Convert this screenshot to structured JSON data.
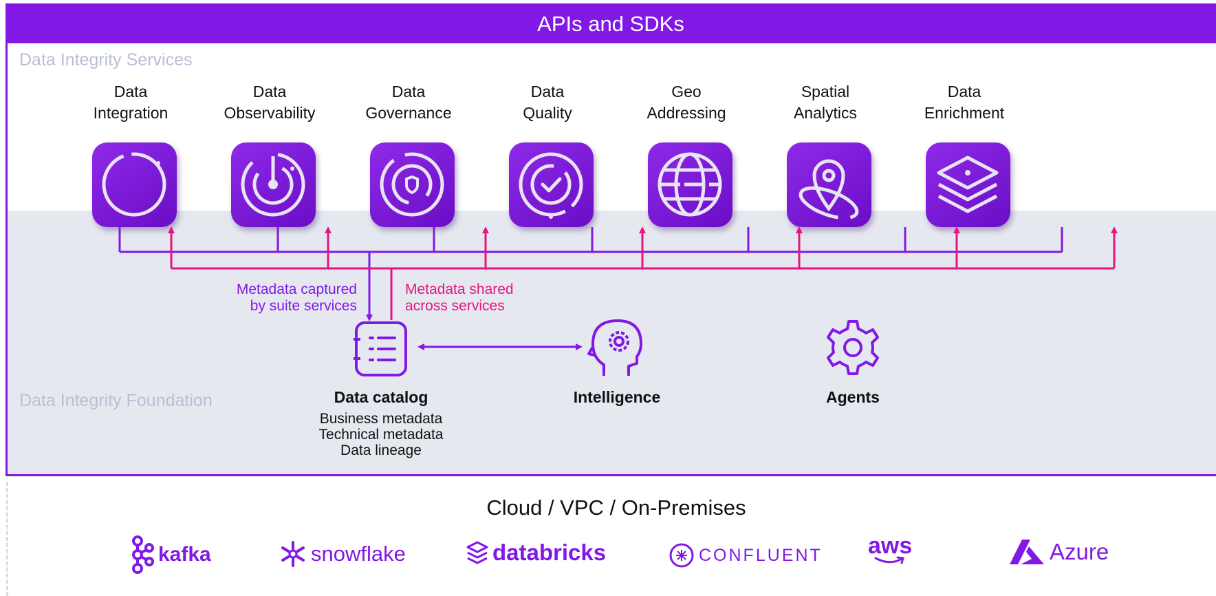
{
  "header": {
    "title": "APIs and SDKs"
  },
  "sections": {
    "services_label": "Data Integrity Services",
    "foundation_label": "Data Integrity Foundation"
  },
  "services": [
    {
      "line1": "Data",
      "line2": "Integration",
      "icon": "ring-icon"
    },
    {
      "line1": "Data",
      "line2": "Observability",
      "icon": "radar-icon"
    },
    {
      "line1": "Data",
      "line2": "Governance",
      "icon": "shield-icon"
    },
    {
      "line1": "Data",
      "line2": "Quality",
      "icon": "check-circle-icon"
    },
    {
      "line1": "Geo",
      "line2": "Addressing",
      "icon": "globe-icon"
    },
    {
      "line1": "Spatial",
      "line2": "Analytics",
      "icon": "map-pin-icon"
    },
    {
      "line1": "Data",
      "line2": "Enrichment",
      "icon": "layers-icon"
    }
  ],
  "flows": {
    "captured_line1": "Metadata captured",
    "captured_line2": "by suite services",
    "shared_line1": "Metadata shared",
    "shared_line2": "across services"
  },
  "catalog": {
    "title": "Data catalog",
    "items": [
      "Business metadata",
      "Technical metadata",
      "Data lineage"
    ]
  },
  "intelligence": {
    "title": "Intelligence"
  },
  "agents": {
    "title": "Agents"
  },
  "platforms": {
    "title": "Cloud / VPC / On-Premises",
    "logos": [
      "kafka",
      "snowflake",
      "databricks",
      "CONFLUENT",
      "aws",
      "Azure"
    ]
  },
  "colors": {
    "brand_purple": "#8118e6",
    "accent_pink": "#e5157e",
    "foundation_bg": "#e6e8f0",
    "section_label": "#b9bfd4"
  }
}
